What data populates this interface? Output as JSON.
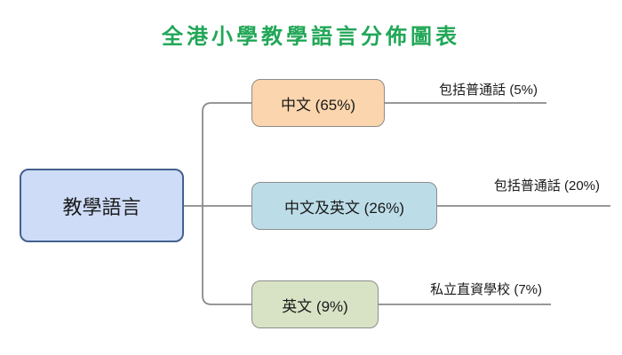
{
  "title": {
    "text": "全港小學教學語言分佈圖表",
    "color": "#21a757"
  },
  "root": {
    "label": "教學語言",
    "fill": "#cedcf7",
    "border_color": "#44618f"
  },
  "branches": [
    {
      "label": "中文 (65%)",
      "fill": "#fbd5ad",
      "border_color": "#8c8c8c",
      "leaf_note": "包括普通話 (5%)"
    },
    {
      "label": "中文及英文 (26%)",
      "fill": "#bcdde8",
      "border_color": "#8c8c8c",
      "leaf_note": "包括普通話 (20%)"
    },
    {
      "label": "英文 (9%)",
      "fill": "#d8e3c5",
      "border_color": "#8c8c8c",
      "leaf_note": "私立直資學校 (7%)"
    }
  ],
  "connector_color": "#8a8a8a"
}
